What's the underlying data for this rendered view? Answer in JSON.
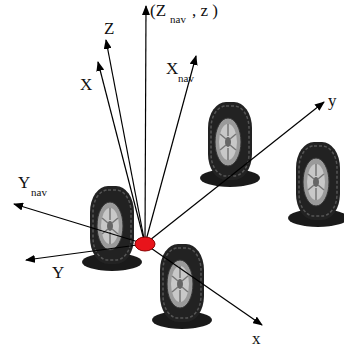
{
  "diagram": {
    "labels": [
      "Z",
      "(Z",
      "nav",
      ", z )",
      "X",
      "X",
      "nav",
      "y",
      "Y",
      "nav",
      "Y",
      "x"
    ]
  }
}
